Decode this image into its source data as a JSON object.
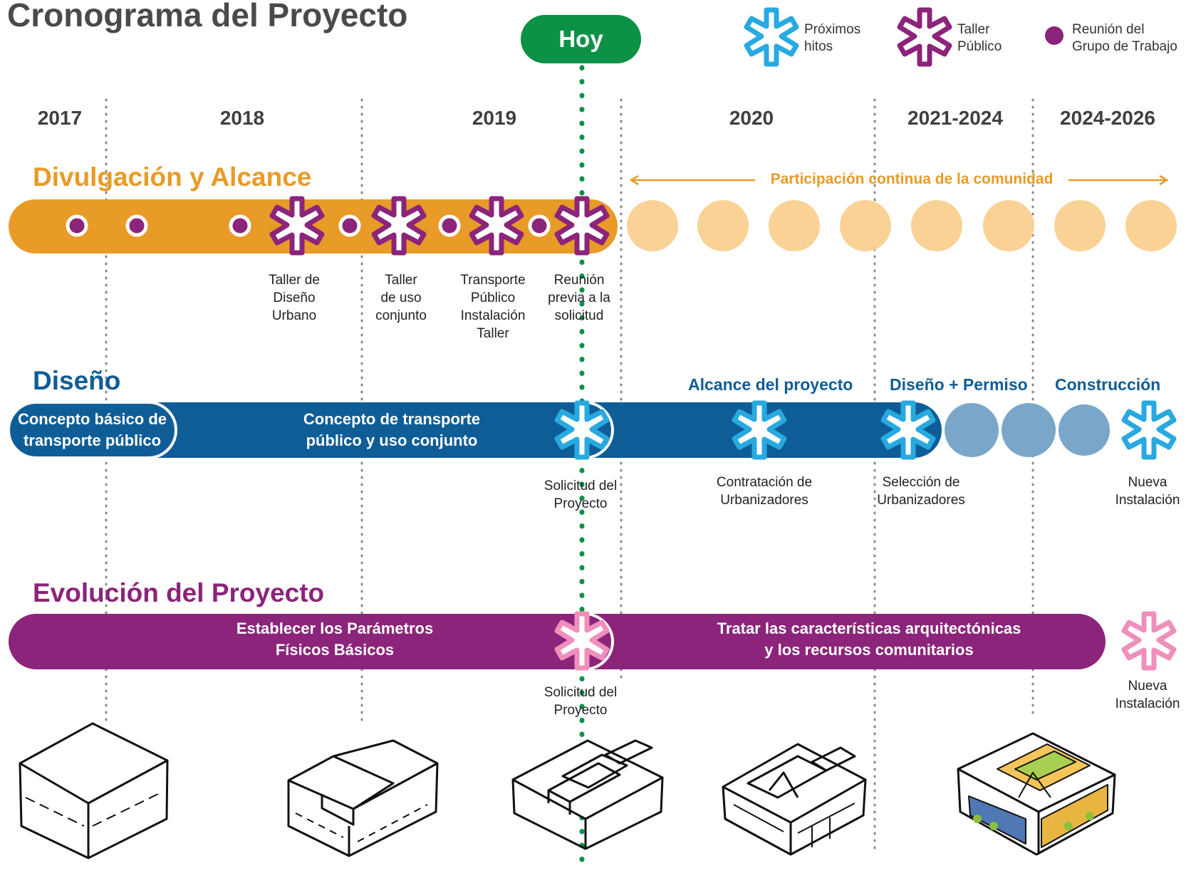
{
  "title": "Cronograma del Proyecto",
  "today": "Hoy",
  "legend": [
    {
      "icon": "asterisk-blue-icon",
      "line1": "Próximos",
      "line2": "hitos"
    },
    {
      "icon": "asterisk-purple-icon",
      "line1": "Taller",
      "line2": "Público"
    },
    {
      "icon": "dot-purple-icon",
      "line1": "Reunión del",
      "line2": "Grupo de Trabajo"
    }
  ],
  "years": [
    "2017",
    "2018",
    "2019",
    "2020",
    "2021-2024",
    "2024-2026"
  ],
  "outreach": {
    "heading": "Divulgación y Alcance",
    "ongoing": "Participación continua de la comunidad",
    "labels": [
      {
        "l1": "Taller de",
        "l2": "Diseño",
        "l3": "Urbano",
        "l4": ""
      },
      {
        "l1": "Taller",
        "l2": "de uso",
        "l3": "conjunto",
        "l4": ""
      },
      {
        "l1": "Transporte",
        "l2": "Público",
        "l3": "Instalación",
        "l4": "Taller"
      },
      {
        "l1": "Reunión",
        "l2": "previa a la",
        "l3": "solicitud",
        "l4": ""
      }
    ]
  },
  "design": {
    "heading": "Diseño",
    "phases": [
      "Alcance del proyecto",
      "Diseño + Permiso",
      "Construcción"
    ],
    "bar1_l1": "Concepto básico de",
    "bar1_l2": "transporte público",
    "bar2_l1": "Concepto de transporte",
    "bar2_l2": "público y uso conjunto",
    "labels": [
      {
        "l1": "Solicitud del",
        "l2": "Proyecto"
      },
      {
        "l1": "Contratación de",
        "l2": "Urbanizadores"
      },
      {
        "l1": "Selección de",
        "l2": "Urbanizadores"
      },
      {
        "l1": "Nueva",
        "l2": "Instalación"
      }
    ]
  },
  "evolution": {
    "heading": "Evolución del Proyecto",
    "bar1_l1": "Establecer los Parámetros",
    "bar1_l2": "Físicos Básicos",
    "bar2_l1": "Tratar las características arquitectónicas",
    "bar2_l2": "y los recursos comunitarios",
    "labels": [
      {
        "l1": "Solicitud del",
        "l2": "Proyecto"
      },
      {
        "l1": "Nueva",
        "l2": "Instalación"
      }
    ]
  },
  "colors": {
    "orange": "#e89b27",
    "light_orange": "#fbd295",
    "blue": "#0f5d96",
    "light_blue": "#7aa7c9",
    "cyan": "#28a9e0",
    "purple": "#8b247a",
    "pink": "#ef8fbc",
    "green": "#0d9146"
  }
}
